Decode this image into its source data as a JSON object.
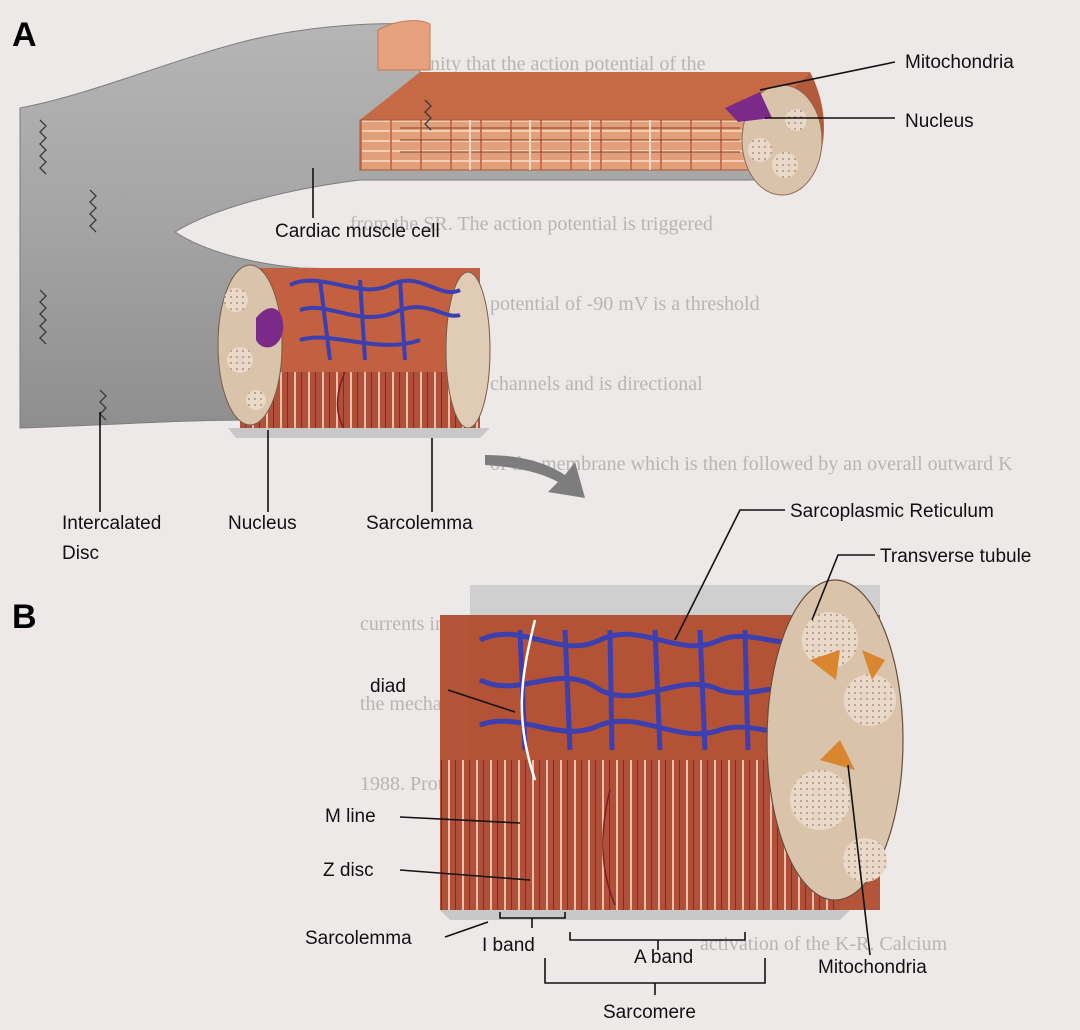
{
  "panels": {
    "a": "A",
    "b": "B"
  },
  "labels_a": {
    "mitochondria": "Mitochondria",
    "nucleus_right": "Nucleus",
    "cardiac_muscle_cell": "Cardiac muscle cell",
    "intercalated_line1": "Intercalated",
    "intercalated_line2": "Disc",
    "nucleus_bottom": "Nucleus",
    "sarcolemma": "Sarcolemma"
  },
  "labels_b": {
    "sarcoplasmic_reticulum": "Sarcoplasmic Reticulum",
    "transverse_tubule": "Transverse tubule",
    "diad": "diad",
    "m_line": "M line",
    "z_disc": "Z disc",
    "sarcolemma": "Sarcolemma",
    "i_band": "I band",
    "a_band": "A band",
    "mitochondria": "Mitochondria",
    "sarcomere": "Sarcomere"
  },
  "colors": {
    "cell_gray": "#9d9d9d",
    "myofibril": "#b3573c",
    "reticulum": "#3c3fb0",
    "mitochondria_fill": "#e7d5c4",
    "mitochondria_orange": "#d9862f",
    "nucleus": "#7b2a8a"
  }
}
